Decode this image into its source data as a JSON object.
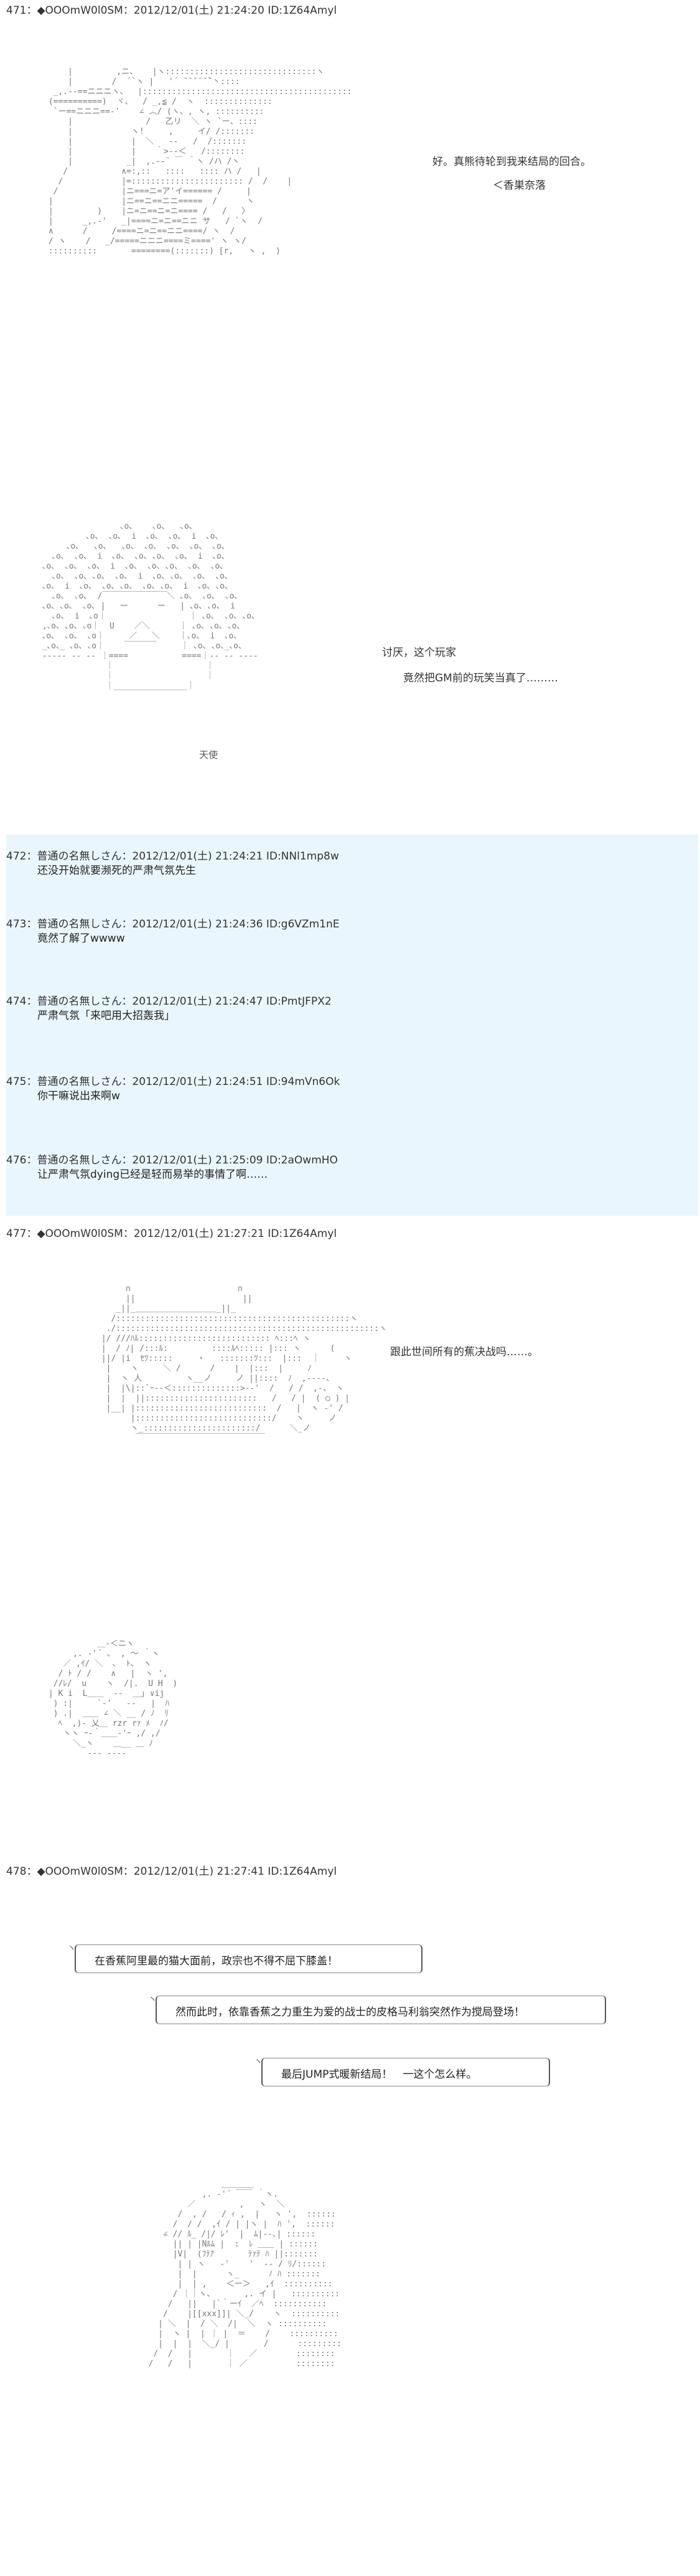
{
  "posts": [
    {
      "header": "471：◆OOOmW0l0SM：2012/12/01(土) 21:24:20 ID:1Z64Amyl",
      "lines": [
        "好。真熊待轮到我来结局的回合。",
        "＜香巣奈落"
      ]
    },
    {
      "lines": [
        "讨厌，这个玩家",
        "竟然把GM前的玩笑当真了………"
      ],
      "aa_label": "天使"
    },
    {
      "header": "472：普通の名無しさん：2012/12/01(土) 21:24:21 ID:NNl1mp8w",
      "lines": [
        "还没开始就要濒死的严肃气氛先生"
      ]
    },
    {
      "header": "473：普通の名無しさん：2012/12/01(土) 21:24:36 ID:g6VZm1nE",
      "lines": [
        "竟然了解了wwww"
      ]
    },
    {
      "header": "474：普通の名無しさん：2012/12/01(土) 21:24:47 ID:PmtJFPX2",
      "lines": [
        "严肃气氛「来吧用大招轰我」"
      ]
    },
    {
      "header": "475：普通の名無しさん：2012/12/01(土) 21:24:51 ID:94mVn6Ok",
      "lines": [
        "你干嘛说出来啊w"
      ]
    },
    {
      "header": "476：普通の名無しさん：2012/12/01(土) 21:25:09 ID:2aOwmHO",
      "lines": [
        "让严肃气氛dying已经是轻而易举的事情了啊……"
      ]
    },
    {
      "header": "477：◆OOOmW0l0SM：2012/12/01(土) 21:27:21 ID:1Z64Amyl",
      "lines": [
        "跟此世间所有的蕉决战吗……。"
      ]
    },
    {
      "header": "478：◆OOOmW0l0SM：2012/12/01(土) 21:27:41 ID:1Z64Amyl",
      "lines": [
        "在香蕉阿里最的猫大面前，政宗也不得不屈下膝盖！",
        "然而此时，依靠香蕉之力重生为爱的战士的皮格马利翁突然作为搅局登场！",
        "最后JUMP式暖新结局！　一这个怎么样。"
      ]
    }
  ]
}
